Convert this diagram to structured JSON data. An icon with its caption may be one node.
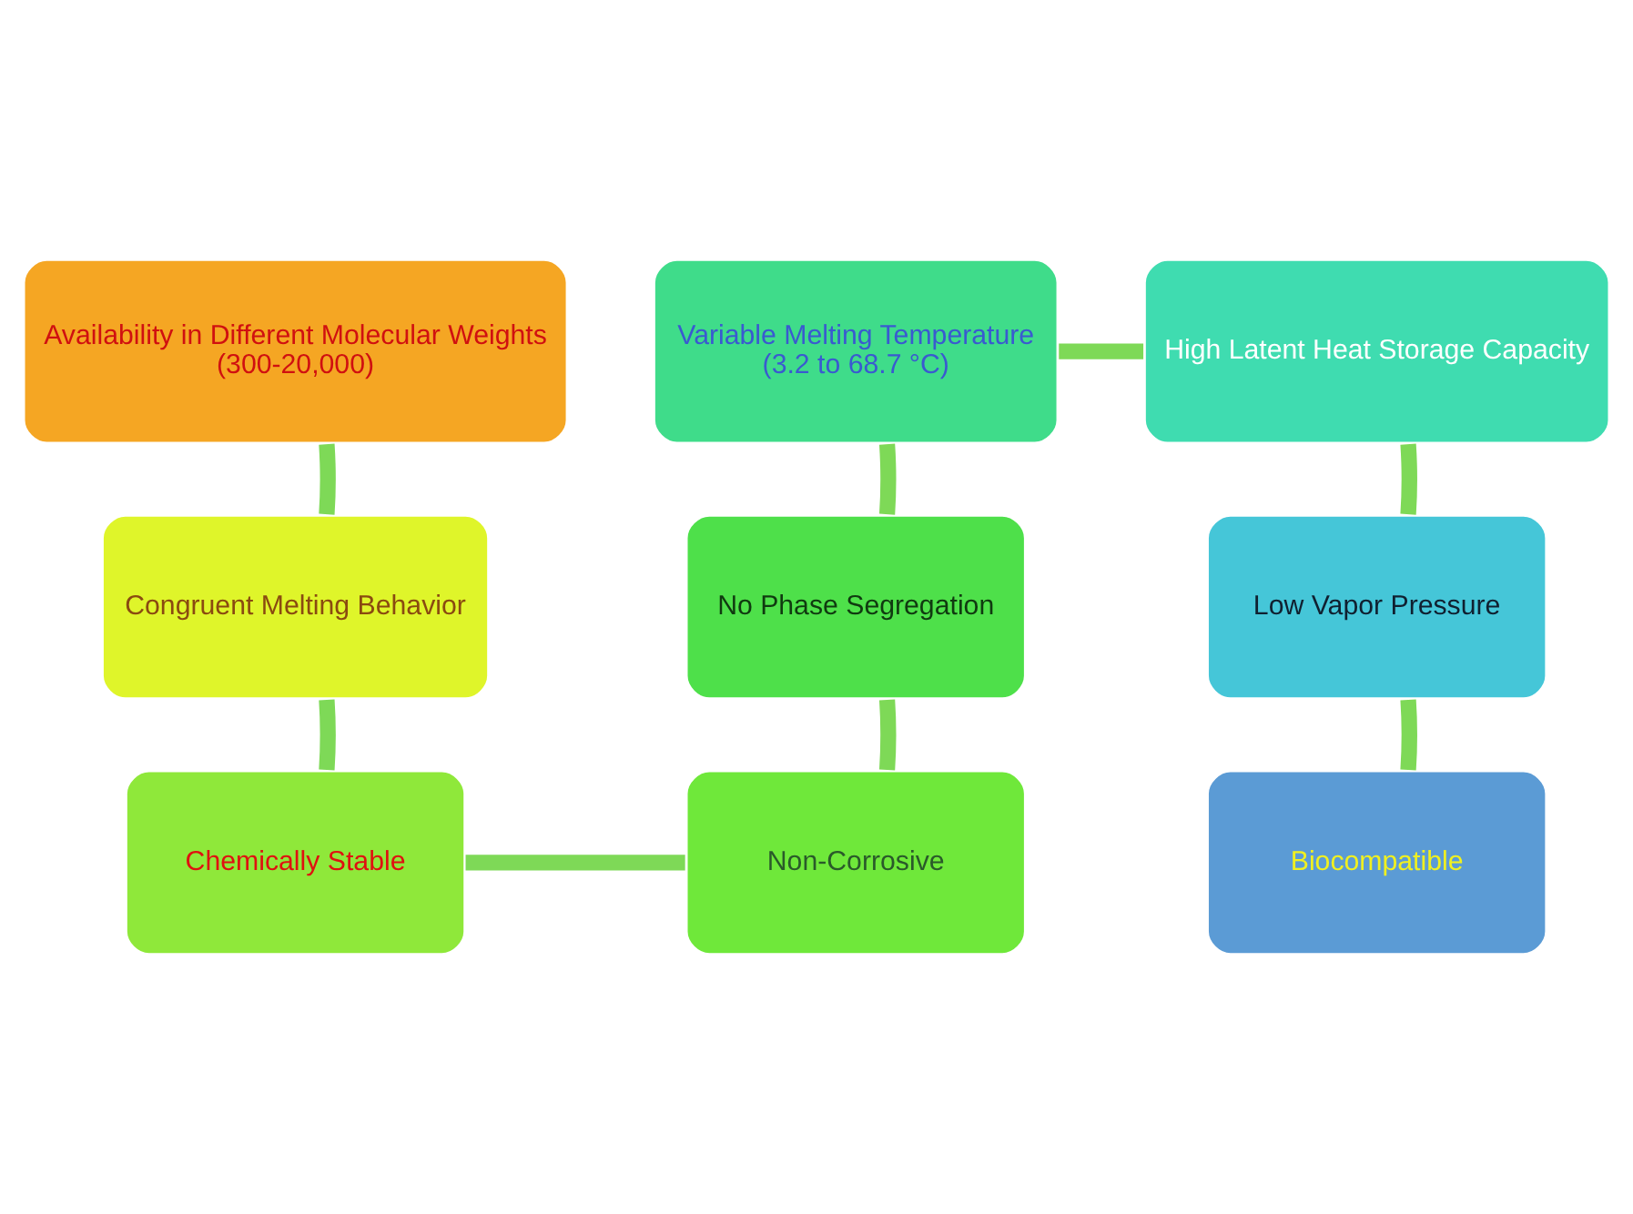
{
  "diagram": {
    "nodes": [
      {
        "text": [
          "Availability in Different Molecular Weights",
          "(300-20,000)"
        ]
      },
      {
        "text": [
          "Congruent Melting Behavior"
        ]
      },
      {
        "text": [
          "Chemically Stable"
        ]
      },
      {
        "text": [
          "Non-Corrosive"
        ]
      },
      {
        "text": [
          "No Phase Segregation"
        ]
      },
      {
        "text": [
          "Variable Melting Temperature",
          "(3.2 to 68.7 °C)"
        ]
      },
      {
        "text": [
          "High Latent Heat Storage Capacity"
        ]
      },
      {
        "text": [
          "Low Vapor Pressure"
        ]
      },
      {
        "text": [
          "Biocompatible"
        ]
      }
    ],
    "edges": [
      {
        "from": 0,
        "to": 1,
        "arrow": "none"
      },
      {
        "from": 1,
        "to": 2,
        "arrow": "none"
      },
      {
        "from": 2,
        "to": 3,
        "arrow": "none"
      },
      {
        "from": 3,
        "to": 4,
        "arrow": "none"
      },
      {
        "from": 4,
        "to": 5,
        "arrow": "none"
      },
      {
        "from": 5,
        "to": 6,
        "arrow": "none"
      },
      {
        "from": 6,
        "to": 7,
        "arrow": "none"
      },
      {
        "from": 7,
        "to": 8,
        "arrow": "none"
      }
    ]
  }
}
